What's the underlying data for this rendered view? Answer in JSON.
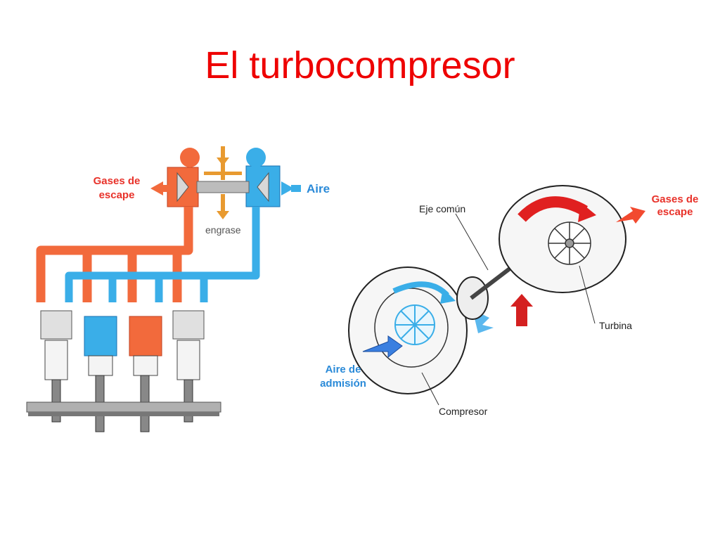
{
  "page": {
    "title": "El turbocompresor"
  },
  "left_diagram": {
    "exhaust_label": [
      "Gases de",
      "escape"
    ],
    "air_label": "Aire",
    "oil_label": "engrase"
  },
  "right_diagram": {
    "shaft_label": "Eje común",
    "exhaust_label": [
      "Gases de",
      "escape"
    ],
    "turbine_label": "Turbina",
    "intake_label": [
      "Aire de",
      "admisión"
    ],
    "compressor_label": "Compresor"
  },
  "colors": {
    "title": "#ee0000",
    "exhaust": "#f26a3c",
    "intake": "#3aaee8",
    "oil": "#e89a30",
    "label_red": "#e8322a",
    "label_blue": "#2a8ad8"
  }
}
